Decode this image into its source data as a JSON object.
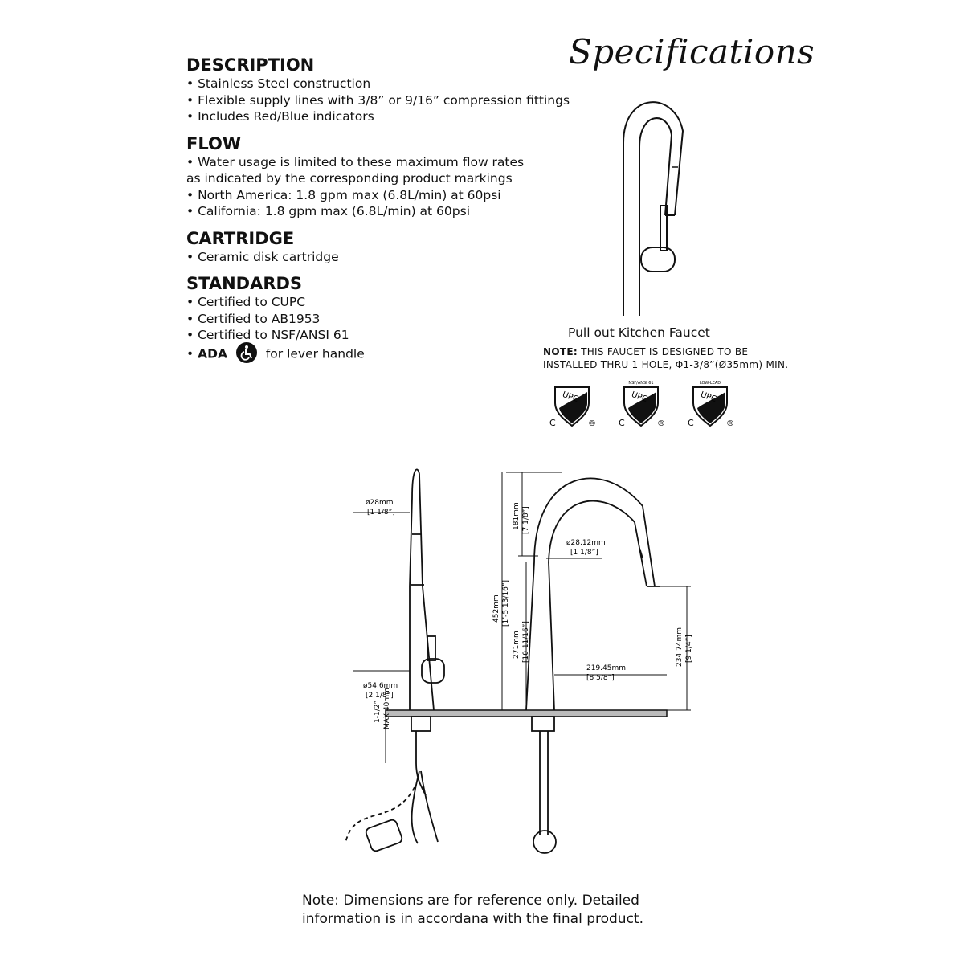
{
  "title": "Specifications",
  "sections": [
    {
      "heading": "DESCRIPTION",
      "lines": [
        "• Stainless Steel construction",
        "• Flexible supply lines with 3/8” or 9/16” compression fittings",
        "• Includes Red/Blue indicators"
      ]
    },
    {
      "heading": "FLOW",
      "lines": [
        "• Water usage is limited to these maximum flow rates",
        "as indicated by the corresponding product markings",
        "•  North America: 1.8 gpm max (6.8L/min) at 60psi",
        "•  California: 1.8 gpm max (6.8L/min) at 60psi"
      ]
    },
    {
      "heading": "CARTRIDGE",
      "lines": [
        "• Ceramic disk cartridge"
      ]
    },
    {
      "heading": "STANDARDS",
      "lines": [
        "• Certified to CUPC",
        "• Certified to AB1953",
        "• Certified to NSF/ANSI 61"
      ]
    }
  ],
  "ada": {
    "bullet": "•",
    "label": "ADA",
    "suffix": "for lever handle",
    "icon": "wheelchair-icon"
  },
  "product_caption": "Pull out Kitchen Faucet",
  "note": {
    "label": "NOTE:",
    "line1": "THIS FAUCET IS DESIGNED TO BE",
    "line2": "INSTALLED THRU 1 HOLE, Φ1-3/8”(Ø35mm) MIN."
  },
  "badges": [
    {
      "top_label": "",
      "mark": "UPC",
      "c": "C",
      "r": "®"
    },
    {
      "top_label": "NSF/ANSI 61",
      "mark": "UPC",
      "c": "C",
      "r": "®"
    },
    {
      "top_label": "LOW-LEAD",
      "mark": "UPC",
      "c": "C",
      "r": "®"
    }
  ],
  "dimensions": {
    "spout_dia": "ø28mm",
    "spout_dia_in": "[1 1/8”]",
    "base_dia": "ø54.6mm",
    "base_dia_in": "[2 1/8”]",
    "max_thick": "1-1/2”",
    "max_thick_mm": "MAX 40mm",
    "overall_h": "452mm",
    "overall_h_in": "[1’-5 13/16”]",
    "arc_h": "181mm",
    "arc_h_in": "[7 1/8”]",
    "body_h": "271mm",
    "body_h_in": "[10 11/16”]",
    "neck_dia": "ø28.12mm",
    "neck_dia_in": "[1 1/8”]",
    "reach": "219.45mm",
    "reach_in": "[8 5/8”]",
    "clearance": "234.74mm",
    "clearance_in": "[9 1/4”]"
  },
  "footer": {
    "line1": "Note: Dimensions are for reference only. Detailed",
    "line2": "information is in accordana with the final product."
  }
}
